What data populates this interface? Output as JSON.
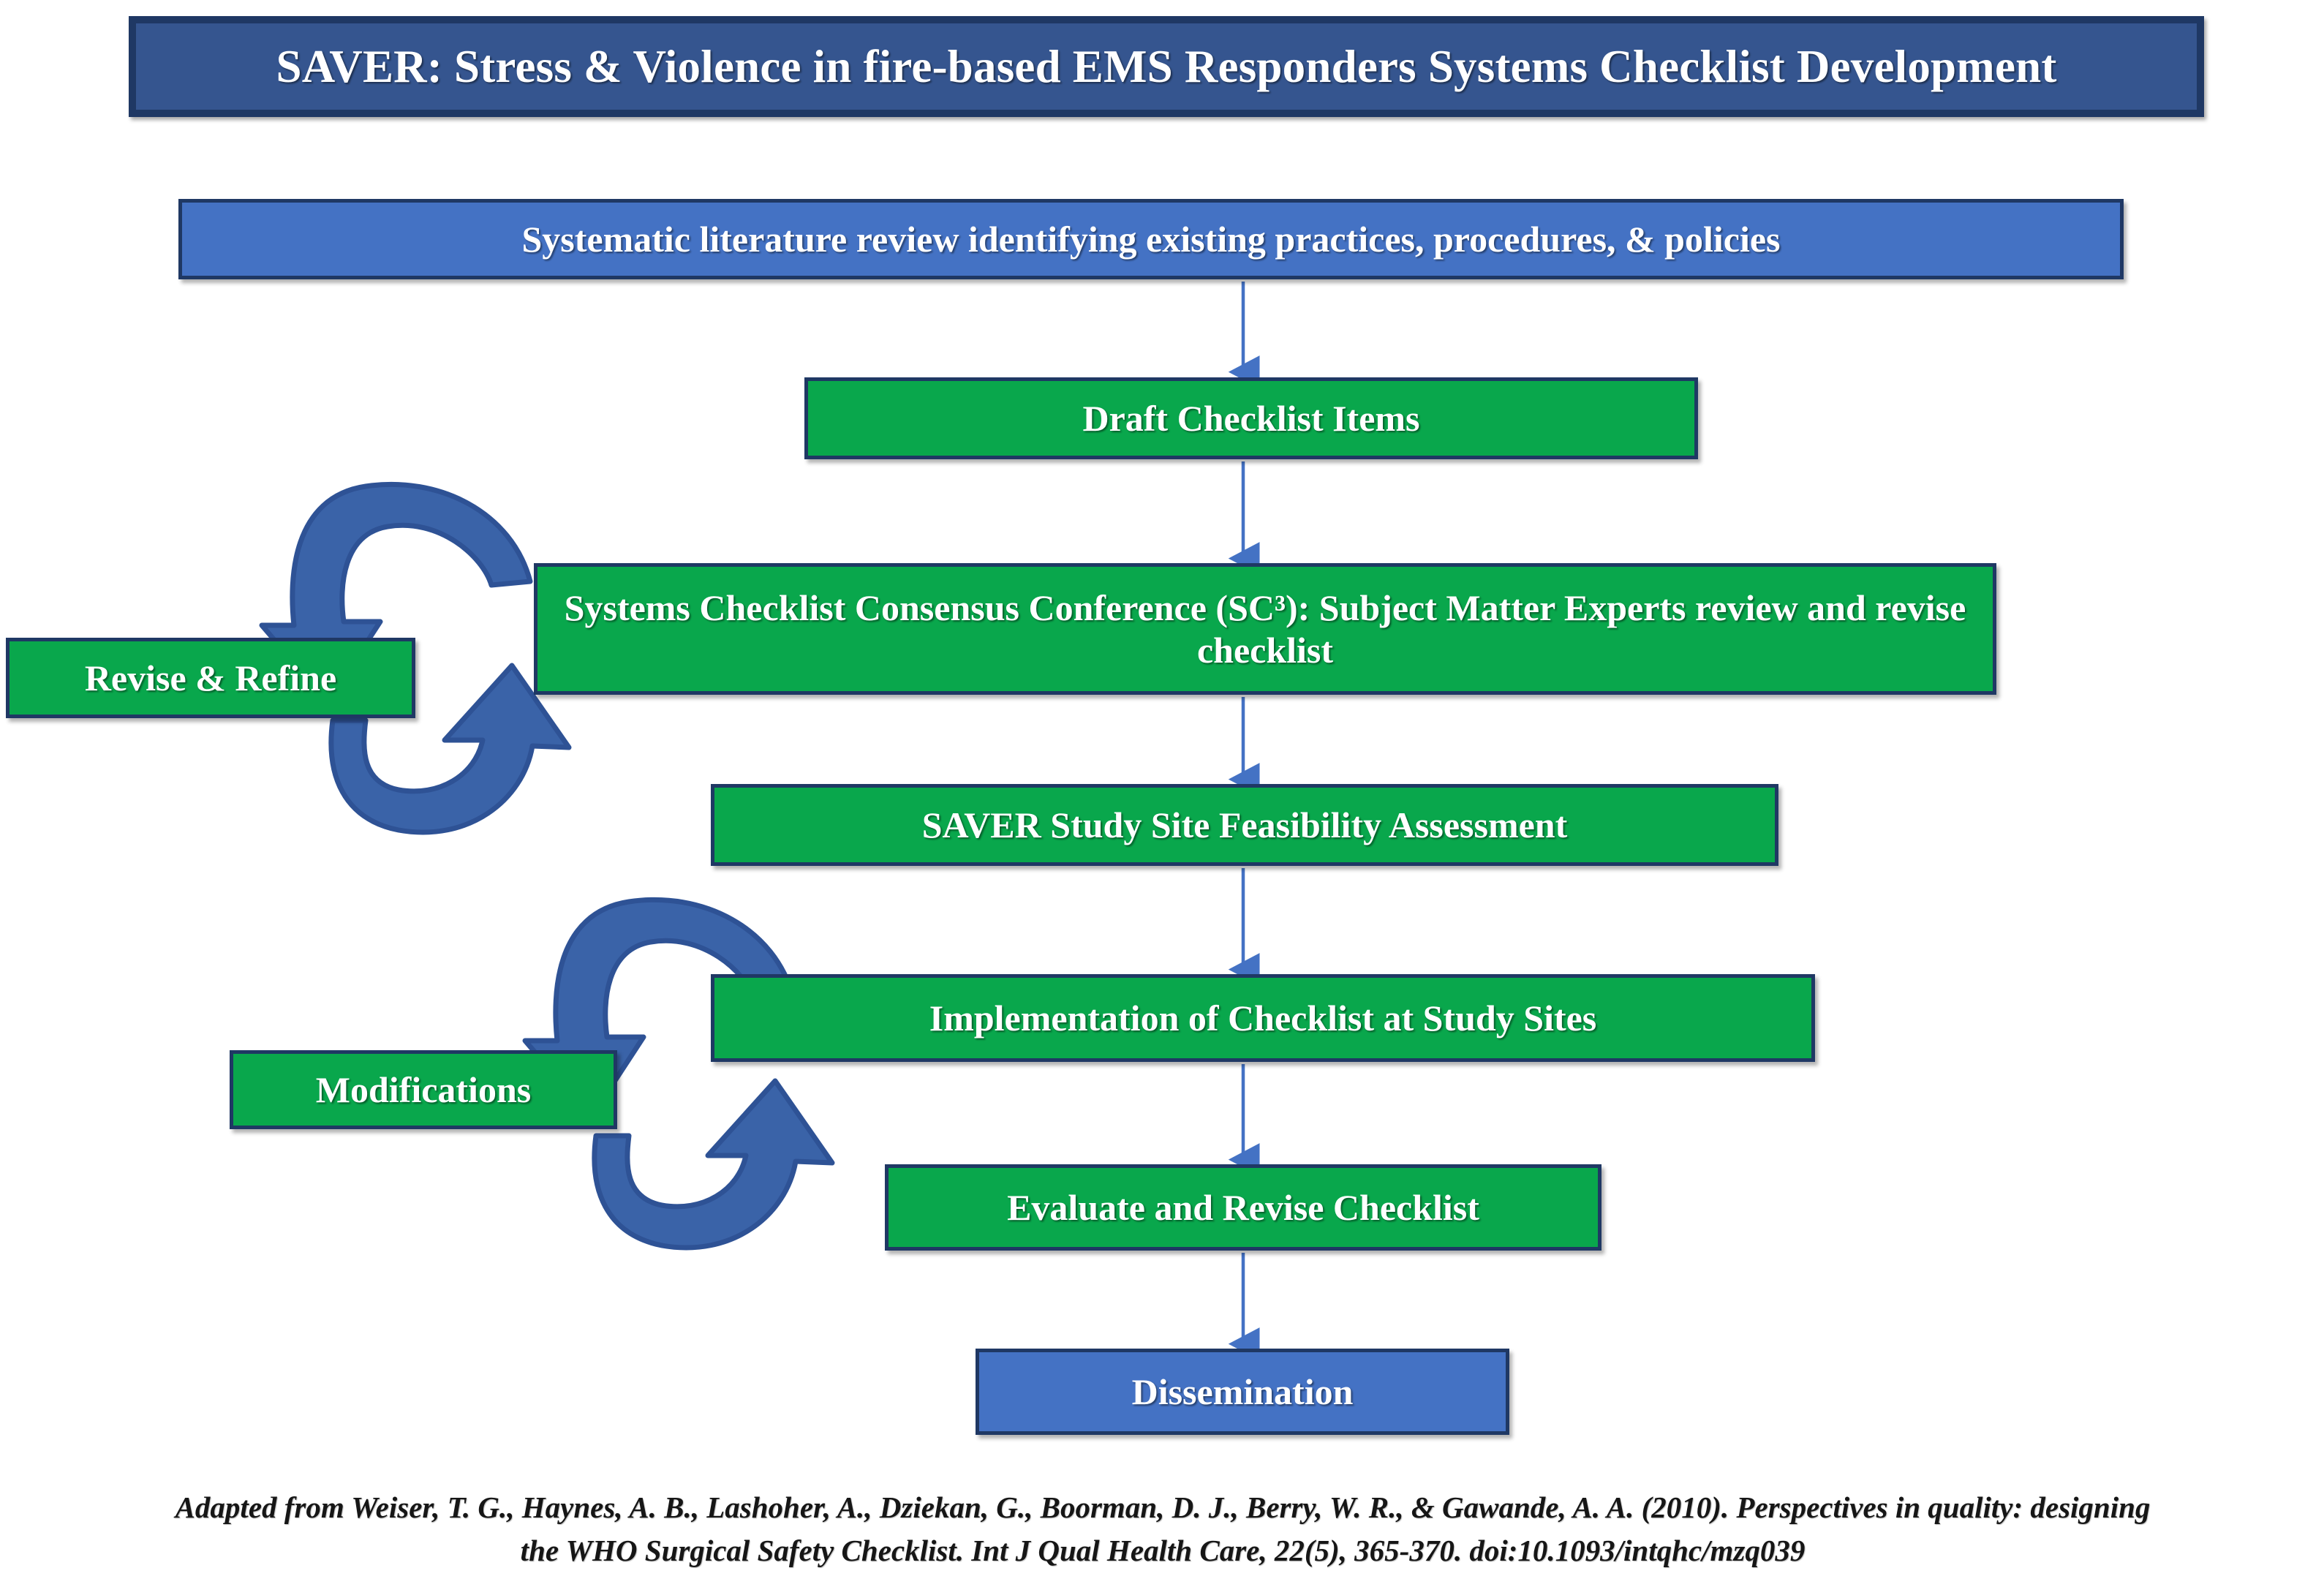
{
  "header": {
    "title": "SAVER: Stress & Violence in fire-based EMS Responders Systems Checklist Development"
  },
  "colors": {
    "title_fill": "#35558F",
    "title_border": "#1F3864",
    "blue_fill": "#4472C4",
    "green_fill": "#09A74C",
    "node_border": "#1F3864",
    "connector": "#4472C4",
    "cycle_arrow": "#3A63A8",
    "cycle_arrow_dark": "#2E5295",
    "text": "#FFFFFF",
    "citation_text": "#161616",
    "background": "#FFFFFF"
  },
  "flow": {
    "nodes": [
      {
        "id": "litreview",
        "label": "Systematic literature review identifying existing practices, procedures, & policies",
        "style": "blue"
      },
      {
        "id": "draft",
        "label": "Draft Checklist Items",
        "style": "green"
      },
      {
        "id": "sc3",
        "label": "Systems Checklist Consensus Conference (SC³): Subject Matter Experts review and revise checklist",
        "style": "green"
      },
      {
        "id": "revise",
        "label": "Revise & Refine",
        "style": "green"
      },
      {
        "id": "feasibility",
        "label": "SAVER Study Site Feasibility Assessment",
        "style": "green"
      },
      {
        "id": "impl",
        "label": "Implementation of Checklist at Study Sites",
        "style": "green"
      },
      {
        "id": "mods",
        "label": "Modifications",
        "style": "green"
      },
      {
        "id": "eval",
        "label": "Evaluate and Revise Checklist",
        "style": "green"
      },
      {
        "id": "dissem",
        "label": "Dissemination",
        "style": "blue"
      }
    ],
    "edges": [
      {
        "from": "litreview",
        "to": "draft",
        "type": "arrow-down"
      },
      {
        "from": "draft",
        "to": "sc3",
        "type": "arrow-down"
      },
      {
        "from": "sc3",
        "to": "revise",
        "type": "cycle-arrow"
      },
      {
        "from": "revise",
        "to": "sc3",
        "type": "cycle-arrow"
      },
      {
        "from": "sc3",
        "to": "feasibility",
        "type": "arrow-down"
      },
      {
        "from": "feasibility",
        "to": "impl",
        "type": "arrow-down"
      },
      {
        "from": "impl",
        "to": "mods",
        "type": "cycle-arrow"
      },
      {
        "from": "mods",
        "to": "impl",
        "type": "cycle-arrow"
      },
      {
        "from": "impl",
        "to": "eval",
        "type": "arrow-down"
      },
      {
        "from": "eval",
        "to": "dissem",
        "type": "arrow-down"
      }
    ]
  },
  "citation": {
    "line1": "Adapted from Weiser, T. G., Haynes, A. B., Lashoher, A., Dziekan, G., Boorman, D. J., Berry, W. R., & Gawande, A. A. (2010). Perspectives in quality: designing",
    "line2": "the WHO Surgical Safety Checklist. Int J Qual Health Care, 22(5), 365-370. doi:10.1093/intqhc/mzq039"
  }
}
